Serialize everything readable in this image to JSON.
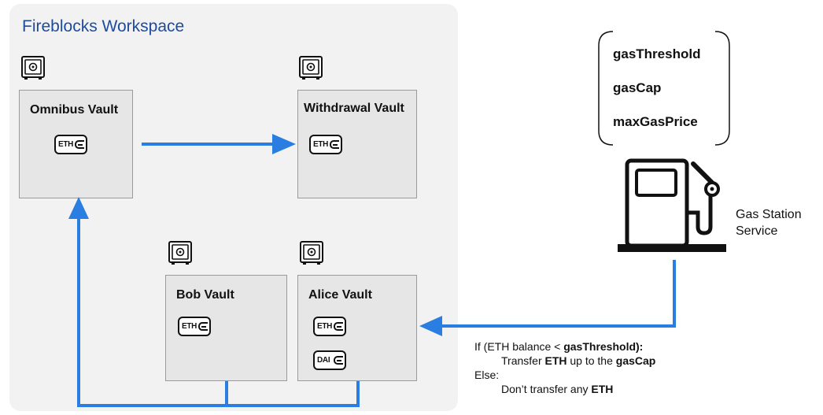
{
  "workspace": {
    "title": "Fireblocks Workspace"
  },
  "vaults": {
    "omnibus": {
      "title": "Omnibus Vault",
      "tokens": [
        "ETH"
      ]
    },
    "withdrawal": {
      "title": "Withdrawal Vault",
      "tokens": [
        "ETH"
      ]
    },
    "bob": {
      "title": "Bob Vault",
      "tokens": [
        "ETH"
      ]
    },
    "alice": {
      "title": "Alice Vault",
      "tokens": [
        "ETH",
        "DAI"
      ]
    }
  },
  "params": {
    "threshold": "gasThreshold",
    "cap": "gasCap",
    "max_price": "maxGasPrice"
  },
  "service": {
    "line1": "Gas Station",
    "line2": "Service"
  },
  "logic": {
    "if_prefix": "If (ETH balance < ",
    "if_bold": "gasThreshold):",
    "transfer_prefix": "Transfer ",
    "transfer_bold1": "ETH",
    "transfer_mid": " up to the ",
    "transfer_bold2": "gasCap",
    "else_label": "Else:",
    "dont_prefix": "Don’t transfer any ",
    "dont_bold": "ETH"
  },
  "colors": {
    "arrow": "#2a7de1",
    "workspace_title": "#1f4b9c",
    "workspace_bg": "#f2f2f2",
    "vault_bg": "#e6e6e6"
  },
  "icons": [
    "safe-icon",
    "wallet-icon",
    "gas-pump-icon"
  ]
}
